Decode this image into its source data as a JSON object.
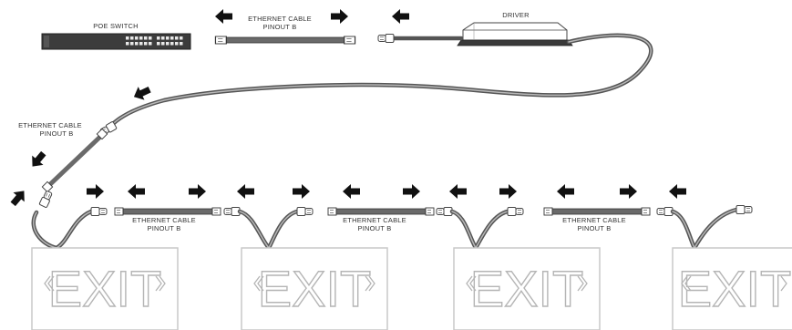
{
  "labels": {
    "poe_switch": "POE SWITCH",
    "driver": "DRIVER",
    "cable_top_line1": "ETHERNET CABLE",
    "cable_top_line2": "PINOUT B",
    "cable_left_line1": "ETHERNET CABLE",
    "cable_left_line2": "PINOUT B",
    "cable_1_line1": "ETHERNET CABLE",
    "cable_1_line2": "PINOUT B",
    "cable_2_line1": "ETHERNET CABLE",
    "cable_2_line2": "PINOUT B",
    "cable_3_line1": "ETHERNET CABLE",
    "cable_3_line2": "PINOUT B"
  },
  "exit_signs": [
    {
      "text": "EXIT"
    },
    {
      "text": "EXIT"
    },
    {
      "text": "EXIT"
    },
    {
      "text": "EXIT"
    }
  ]
}
